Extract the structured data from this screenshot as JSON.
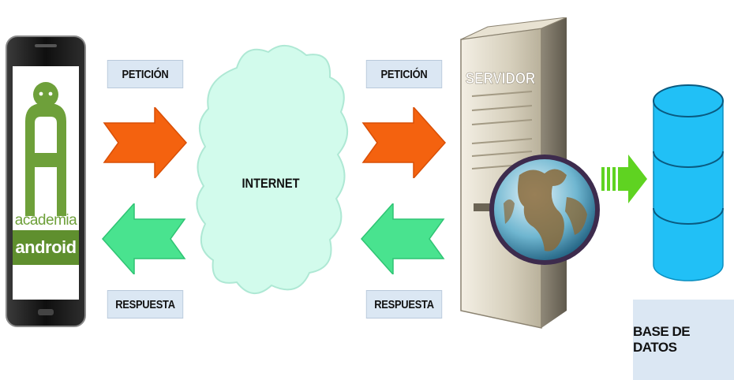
{
  "phone": {
    "logo_line1": "academia",
    "logo_line2": "android"
  },
  "labels": {
    "request_left": "PETICIÓN",
    "response_left": "RESPUESTA",
    "request_right": "PETICIÓN",
    "response_right": "RESPUESTA"
  },
  "cloud": {
    "label": "INTERNET"
  },
  "server": {
    "label": "SERVIDOR"
  },
  "database": {
    "label": "BASE DE DATOS"
  },
  "colors": {
    "request_arrow": "#f4620f",
    "response_arrow": "#49e38f",
    "db_arrow": "#5fd321",
    "cloud_fill": "#d2fbec",
    "database_fill": "#21c0f6",
    "label_box": "#dbe7f3",
    "logo_green": "#6ea03a"
  }
}
